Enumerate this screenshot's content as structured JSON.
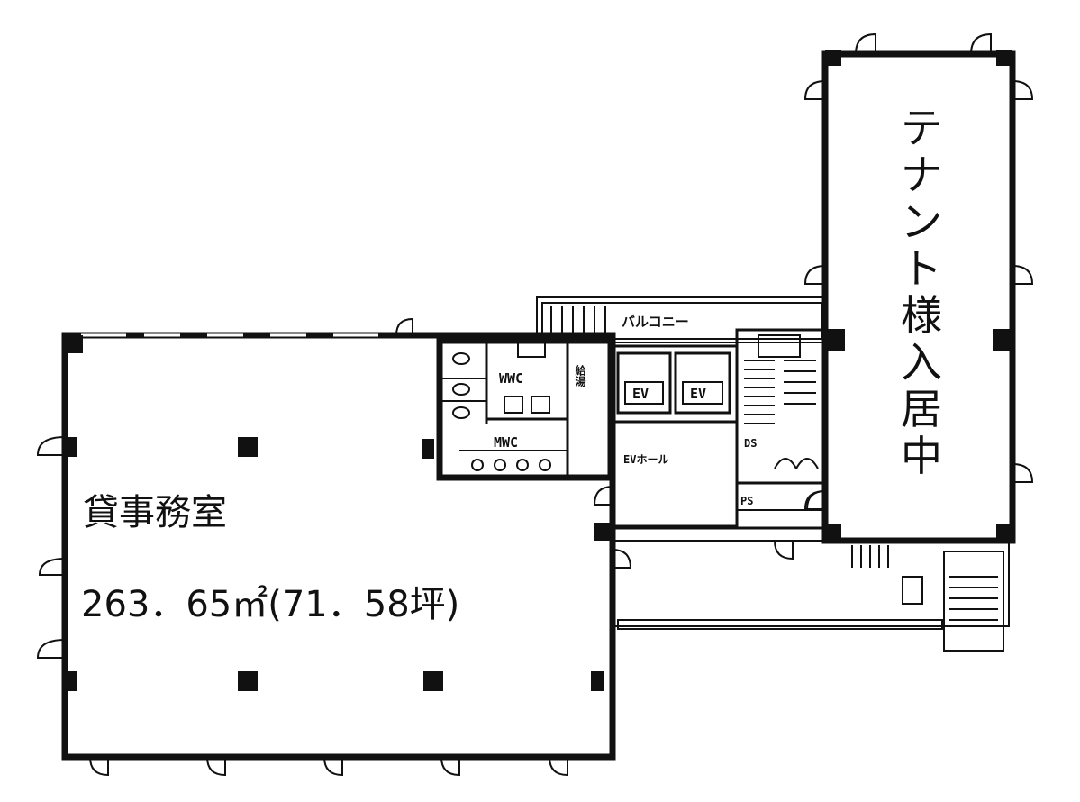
{
  "plan": {
    "office_label": "貸事務室",
    "office_area": "263．65㎡(71．58坪)",
    "tenant_chars": [
      "テ",
      "ナ",
      "ン",
      "ト",
      "様",
      "入",
      "居",
      "中"
    ],
    "wwc_label": "WWC",
    "mwc_label": "MWC",
    "ev_labels": [
      "EV",
      "EV"
    ],
    "ev_hall_label": "EVホール",
    "ps_label": "PS",
    "ds_label": "DS",
    "kitchen_label": "給湯",
    "balcony_label": "バルコニー"
  }
}
